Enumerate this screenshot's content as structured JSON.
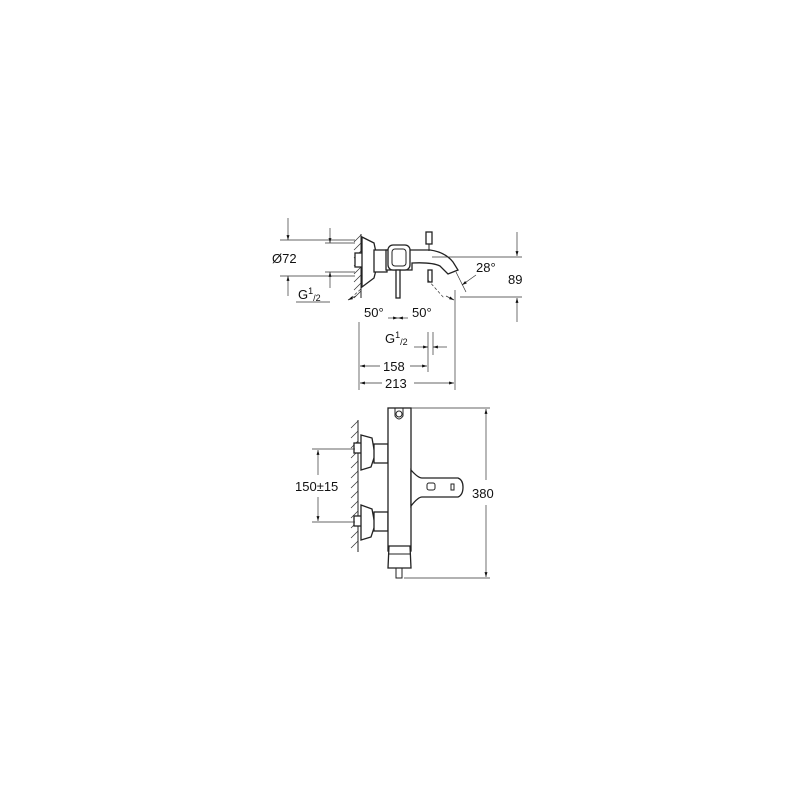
{
  "top_view": {
    "diameter_label": "Ø72",
    "thread_left": {
      "main": "G",
      "sup": "1",
      "sub": "/2"
    },
    "angle_left": "50°",
    "angle_right": "50°",
    "thread_bottom": {
      "main": "G",
      "sup": "1",
      "sub": "/2"
    },
    "dim_158": "158",
    "dim_213": "213",
    "spout_angle": "28°",
    "height_89": "89"
  },
  "front_view": {
    "spacing_label": "150±15",
    "height_label": "380"
  }
}
